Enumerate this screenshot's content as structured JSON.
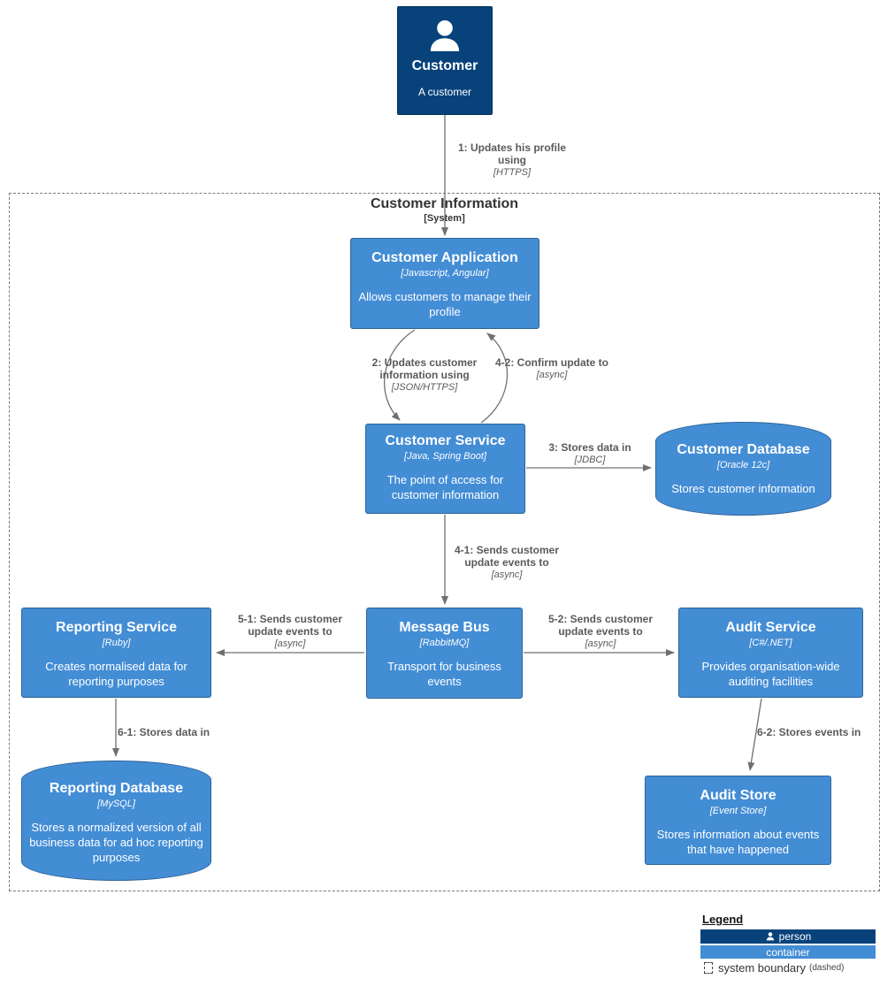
{
  "person": {
    "name": "Customer",
    "description": "A customer"
  },
  "boundary": {
    "title": "Customer Information",
    "subtitle": "[System]"
  },
  "containers": {
    "customer_application": {
      "name": "Customer Application",
      "tech": "[Javascript, Angular]",
      "description": "Allows customers to manage their profile"
    },
    "customer_service": {
      "name": "Customer Service",
      "tech": "[Java, Spring Boot]",
      "description": "The point of access for customer information"
    },
    "customer_database": {
      "name": "Customer Database",
      "tech": "[Oracle 12c]",
      "description": "Stores customer information"
    },
    "message_bus": {
      "name": "Message Bus",
      "tech": "[RabbitMQ]",
      "description": "Transport for business events"
    },
    "reporting_service": {
      "name": "Reporting Service",
      "tech": "[Ruby]",
      "description": "Creates normalised data for reporting purposes"
    },
    "audit_service": {
      "name": "Audit Service",
      "tech": "[C#/.NET]",
      "description": "Provides organisation-wide auditing facilities"
    },
    "reporting_database": {
      "name": "Reporting Database",
      "tech": "[MySQL]",
      "description": "Stores a normalized version of all business data for ad hoc reporting purposes"
    },
    "audit_store": {
      "name": "Audit Store",
      "tech": "[Event Store]",
      "description": "Stores information about events that have happened"
    }
  },
  "relationships": {
    "r1": {
      "label": "1: Updates his profile using",
      "tech": "[HTTPS]"
    },
    "r2": {
      "label": "2: Updates customer information using",
      "tech": "[JSON/HTTPS]"
    },
    "r4_2": {
      "label": "4-2: Confirm update to",
      "tech": "[async]"
    },
    "r3": {
      "label": "3: Stores data in",
      "tech": "[JDBC]"
    },
    "r4_1": {
      "label": "4-1: Sends customer update events to",
      "tech": "[async]"
    },
    "r5_1": {
      "label": "5-1: Sends customer update events to",
      "tech": "[async]"
    },
    "r5_2": {
      "label": "5-2: Sends customer update events to",
      "tech": "[async]"
    },
    "r6_1": {
      "label": "6-1: Stores data in"
    },
    "r6_2": {
      "label": "6-2: Stores events in"
    }
  },
  "legend": {
    "title": "Legend",
    "person_label": "person",
    "container_label": "container",
    "boundary_label": "system boundary",
    "boundary_note": "(dashed)"
  },
  "colors": {
    "person_bg": "#08427b",
    "container_bg": "#438dd5",
    "arrow": "#707070",
    "label_text": "#5a5a5a"
  }
}
